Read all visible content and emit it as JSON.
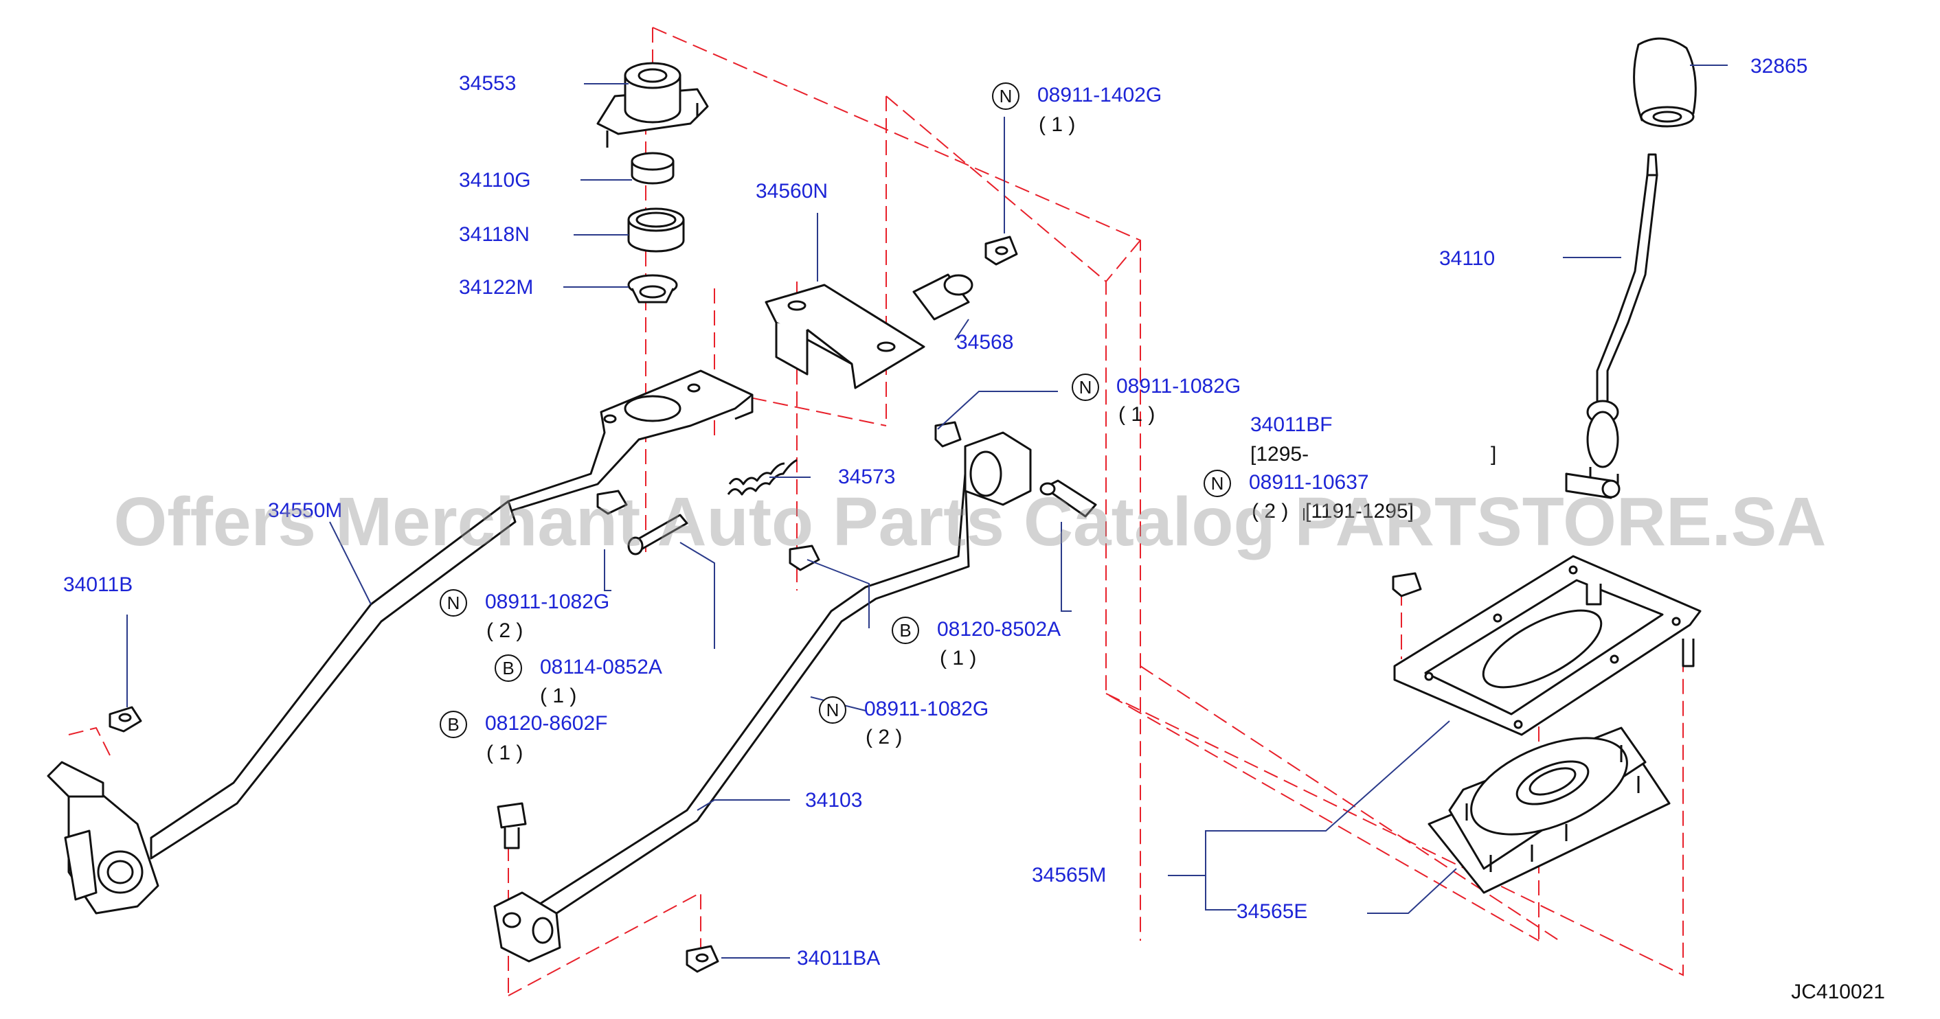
{
  "labels": {
    "p34553": "34553",
    "p34110G": "34110G",
    "p34118N": "34118N",
    "p34122M": "34122M",
    "p34560N": "34560N",
    "p34568": "34568",
    "p34573": "34573",
    "p34550M": "34550M",
    "p34011B": "34011B",
    "p34103": "34103",
    "p34011BA": "34011BA",
    "p32865": "32865",
    "p34110": "34110",
    "p34011BF": "34011BF",
    "p34565M": "34565M",
    "p34565E": "34565E"
  },
  "fasteners": {
    "f1": {
      "prefix": "N",
      "code": "08911-1402G",
      "qty": "( 1 )"
    },
    "f2": {
      "prefix": "N",
      "code": "08911-1082G",
      "qty": "( 1 )"
    },
    "f3": {
      "prefix": "N",
      "code": "08911-10637",
      "qty": "( 2 )"
    },
    "f4": {
      "prefix": "N",
      "code": "08911-1082G",
      "qty": "( 2 )"
    },
    "f5": {
      "prefix": "B",
      "code": "08114-0852A",
      "qty": "( 1 )"
    },
    "f6": {
      "prefix": "B",
      "code": "08120-8602F",
      "qty": "( 1 )"
    },
    "f7": {
      "prefix": "B",
      "code": "08120-8502A",
      "qty": "( 1 )"
    },
    "f8": {
      "prefix": "N",
      "code": "08911-1082G",
      "qty": "( 2 )"
    }
  },
  "date_ranges": {
    "r1": "[1295-",
    "r1_end": "]",
    "r2": "[1191-1295]"
  },
  "watermark": "Offers Merchant Auto Parts Catalog PARTSTORE.SA",
  "diagram_code": "JC410021",
  "colors": {
    "label": "#1c24d6",
    "line": "#111111",
    "dash": "#e8202a"
  }
}
